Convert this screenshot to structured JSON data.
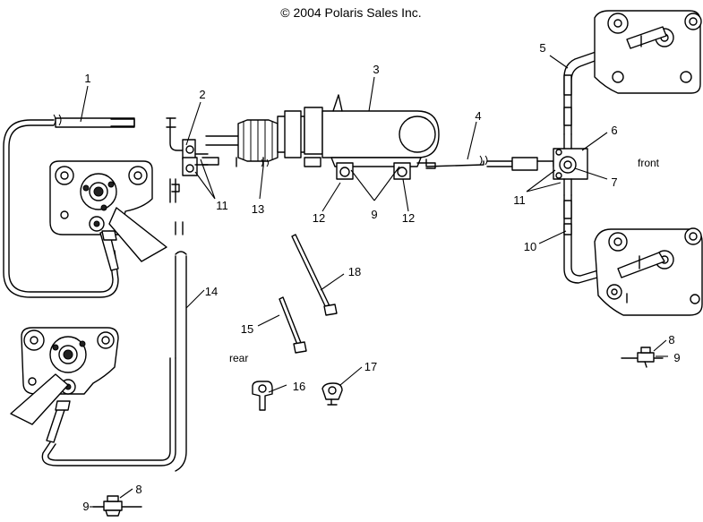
{
  "copyright": "© 2004 Polaris Sales Inc.",
  "labels": {
    "front": "front",
    "rear": "rear"
  },
  "callouts": [
    "1",
    "2",
    "3",
    "4",
    "5",
    "6",
    "7",
    "8",
    "8",
    "9",
    "9",
    "9",
    "10",
    "11",
    "11",
    "12",
    "12",
    "13",
    "14",
    "15",
    "16",
    "17",
    "18"
  ]
}
